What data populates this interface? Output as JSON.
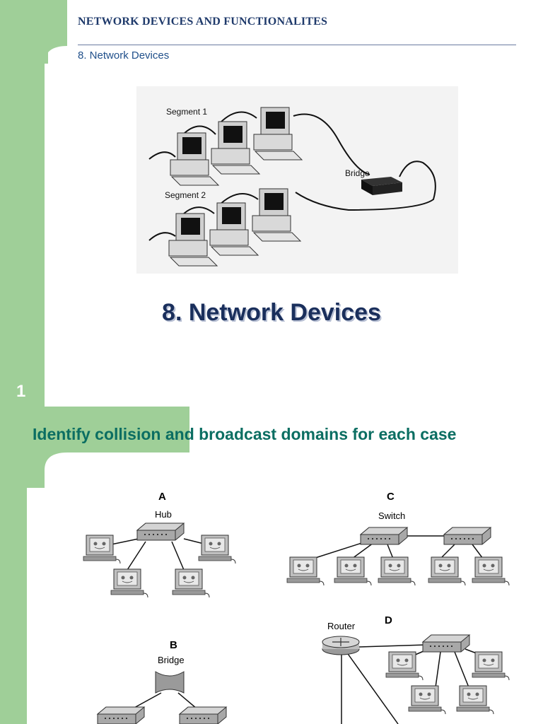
{
  "header": {
    "title": "NETWORK DEVICES AND FUNCTIONALITES",
    "subtitle": "8. Network Devices"
  },
  "slide1": {
    "number": "1",
    "title": "8. Network Devices",
    "figure": {
      "segment1": "Segment 1",
      "segment2": "Segment 2",
      "bridge": "Bridge"
    }
  },
  "slide2": {
    "title": "Identify collision and broadcast domains for each case",
    "diagram_a": {
      "letter": "A",
      "device": "Hub"
    },
    "diagram_b": {
      "letter": "B",
      "device": "Bridge"
    },
    "diagram_c": {
      "letter": "C",
      "device": "Switch"
    },
    "diagram_d": {
      "letter": "D",
      "device": "Router"
    }
  },
  "colors": {
    "green_band": "#9fcf98",
    "title_blue": "#1a2f5c",
    "teal": "#0b6e62"
  }
}
